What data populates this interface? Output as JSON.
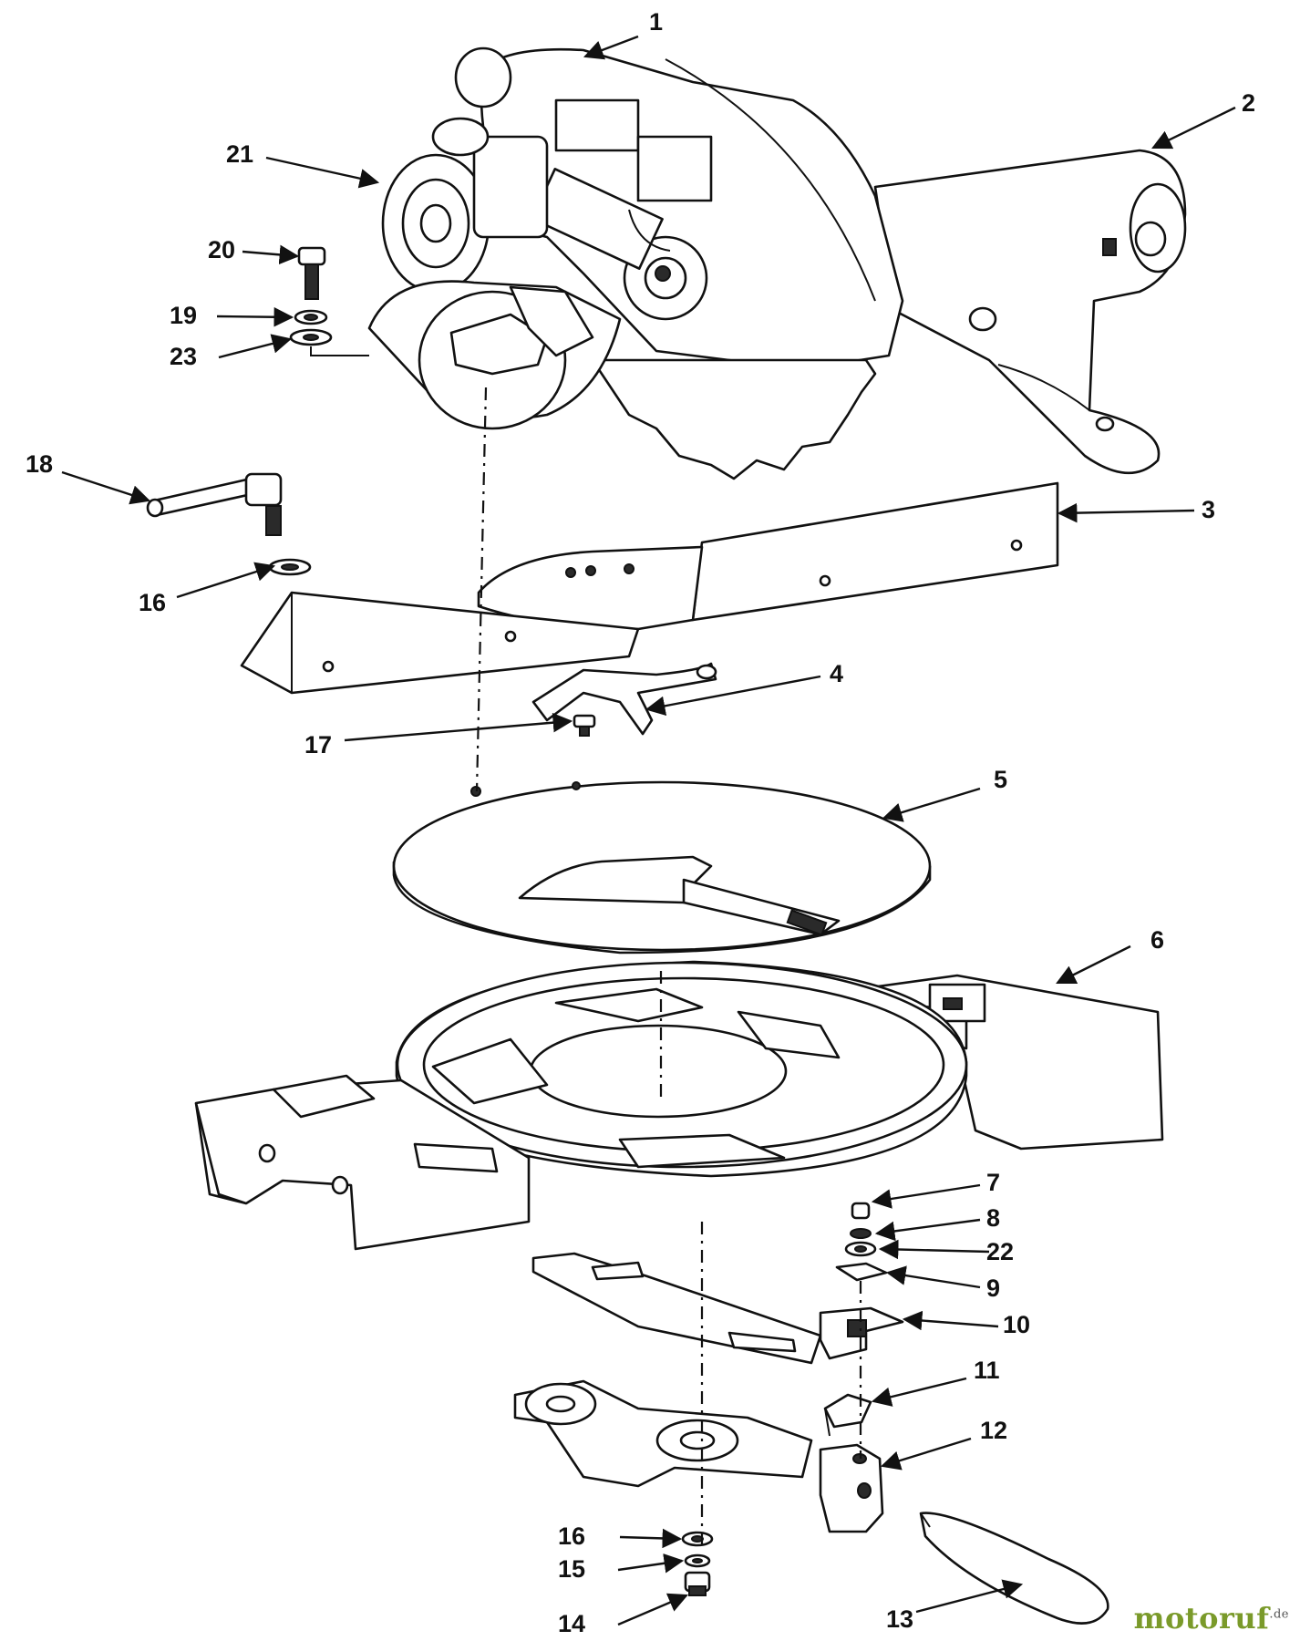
{
  "callouts": [
    {
      "id": "c1",
      "label": "1"
    },
    {
      "id": "c2",
      "label": "2"
    },
    {
      "id": "c3",
      "label": "3"
    },
    {
      "id": "c4",
      "label": "4"
    },
    {
      "id": "c5",
      "label": "5"
    },
    {
      "id": "c6",
      "label": "6"
    },
    {
      "id": "c7",
      "label": "7"
    },
    {
      "id": "c8",
      "label": "8"
    },
    {
      "id": "c9",
      "label": "9"
    },
    {
      "id": "c10",
      "label": "10"
    },
    {
      "id": "c11",
      "label": "11"
    },
    {
      "id": "c12",
      "label": "12"
    },
    {
      "id": "c13",
      "label": "13"
    },
    {
      "id": "c14",
      "label": "14"
    },
    {
      "id": "c15",
      "label": "15"
    },
    {
      "id": "c16a",
      "label": "16"
    },
    {
      "id": "c16b",
      "label": "16"
    },
    {
      "id": "c17",
      "label": "17"
    },
    {
      "id": "c18",
      "label": "18"
    },
    {
      "id": "c19",
      "label": "19"
    },
    {
      "id": "c20",
      "label": "20"
    },
    {
      "id": "c21",
      "label": "21"
    },
    {
      "id": "c22",
      "label": "22"
    },
    {
      "id": "c23",
      "label": "23"
    }
  ],
  "watermark": {
    "main": "motoruf",
    "suffix": ".de",
    "color": "#7a9a2a"
  }
}
